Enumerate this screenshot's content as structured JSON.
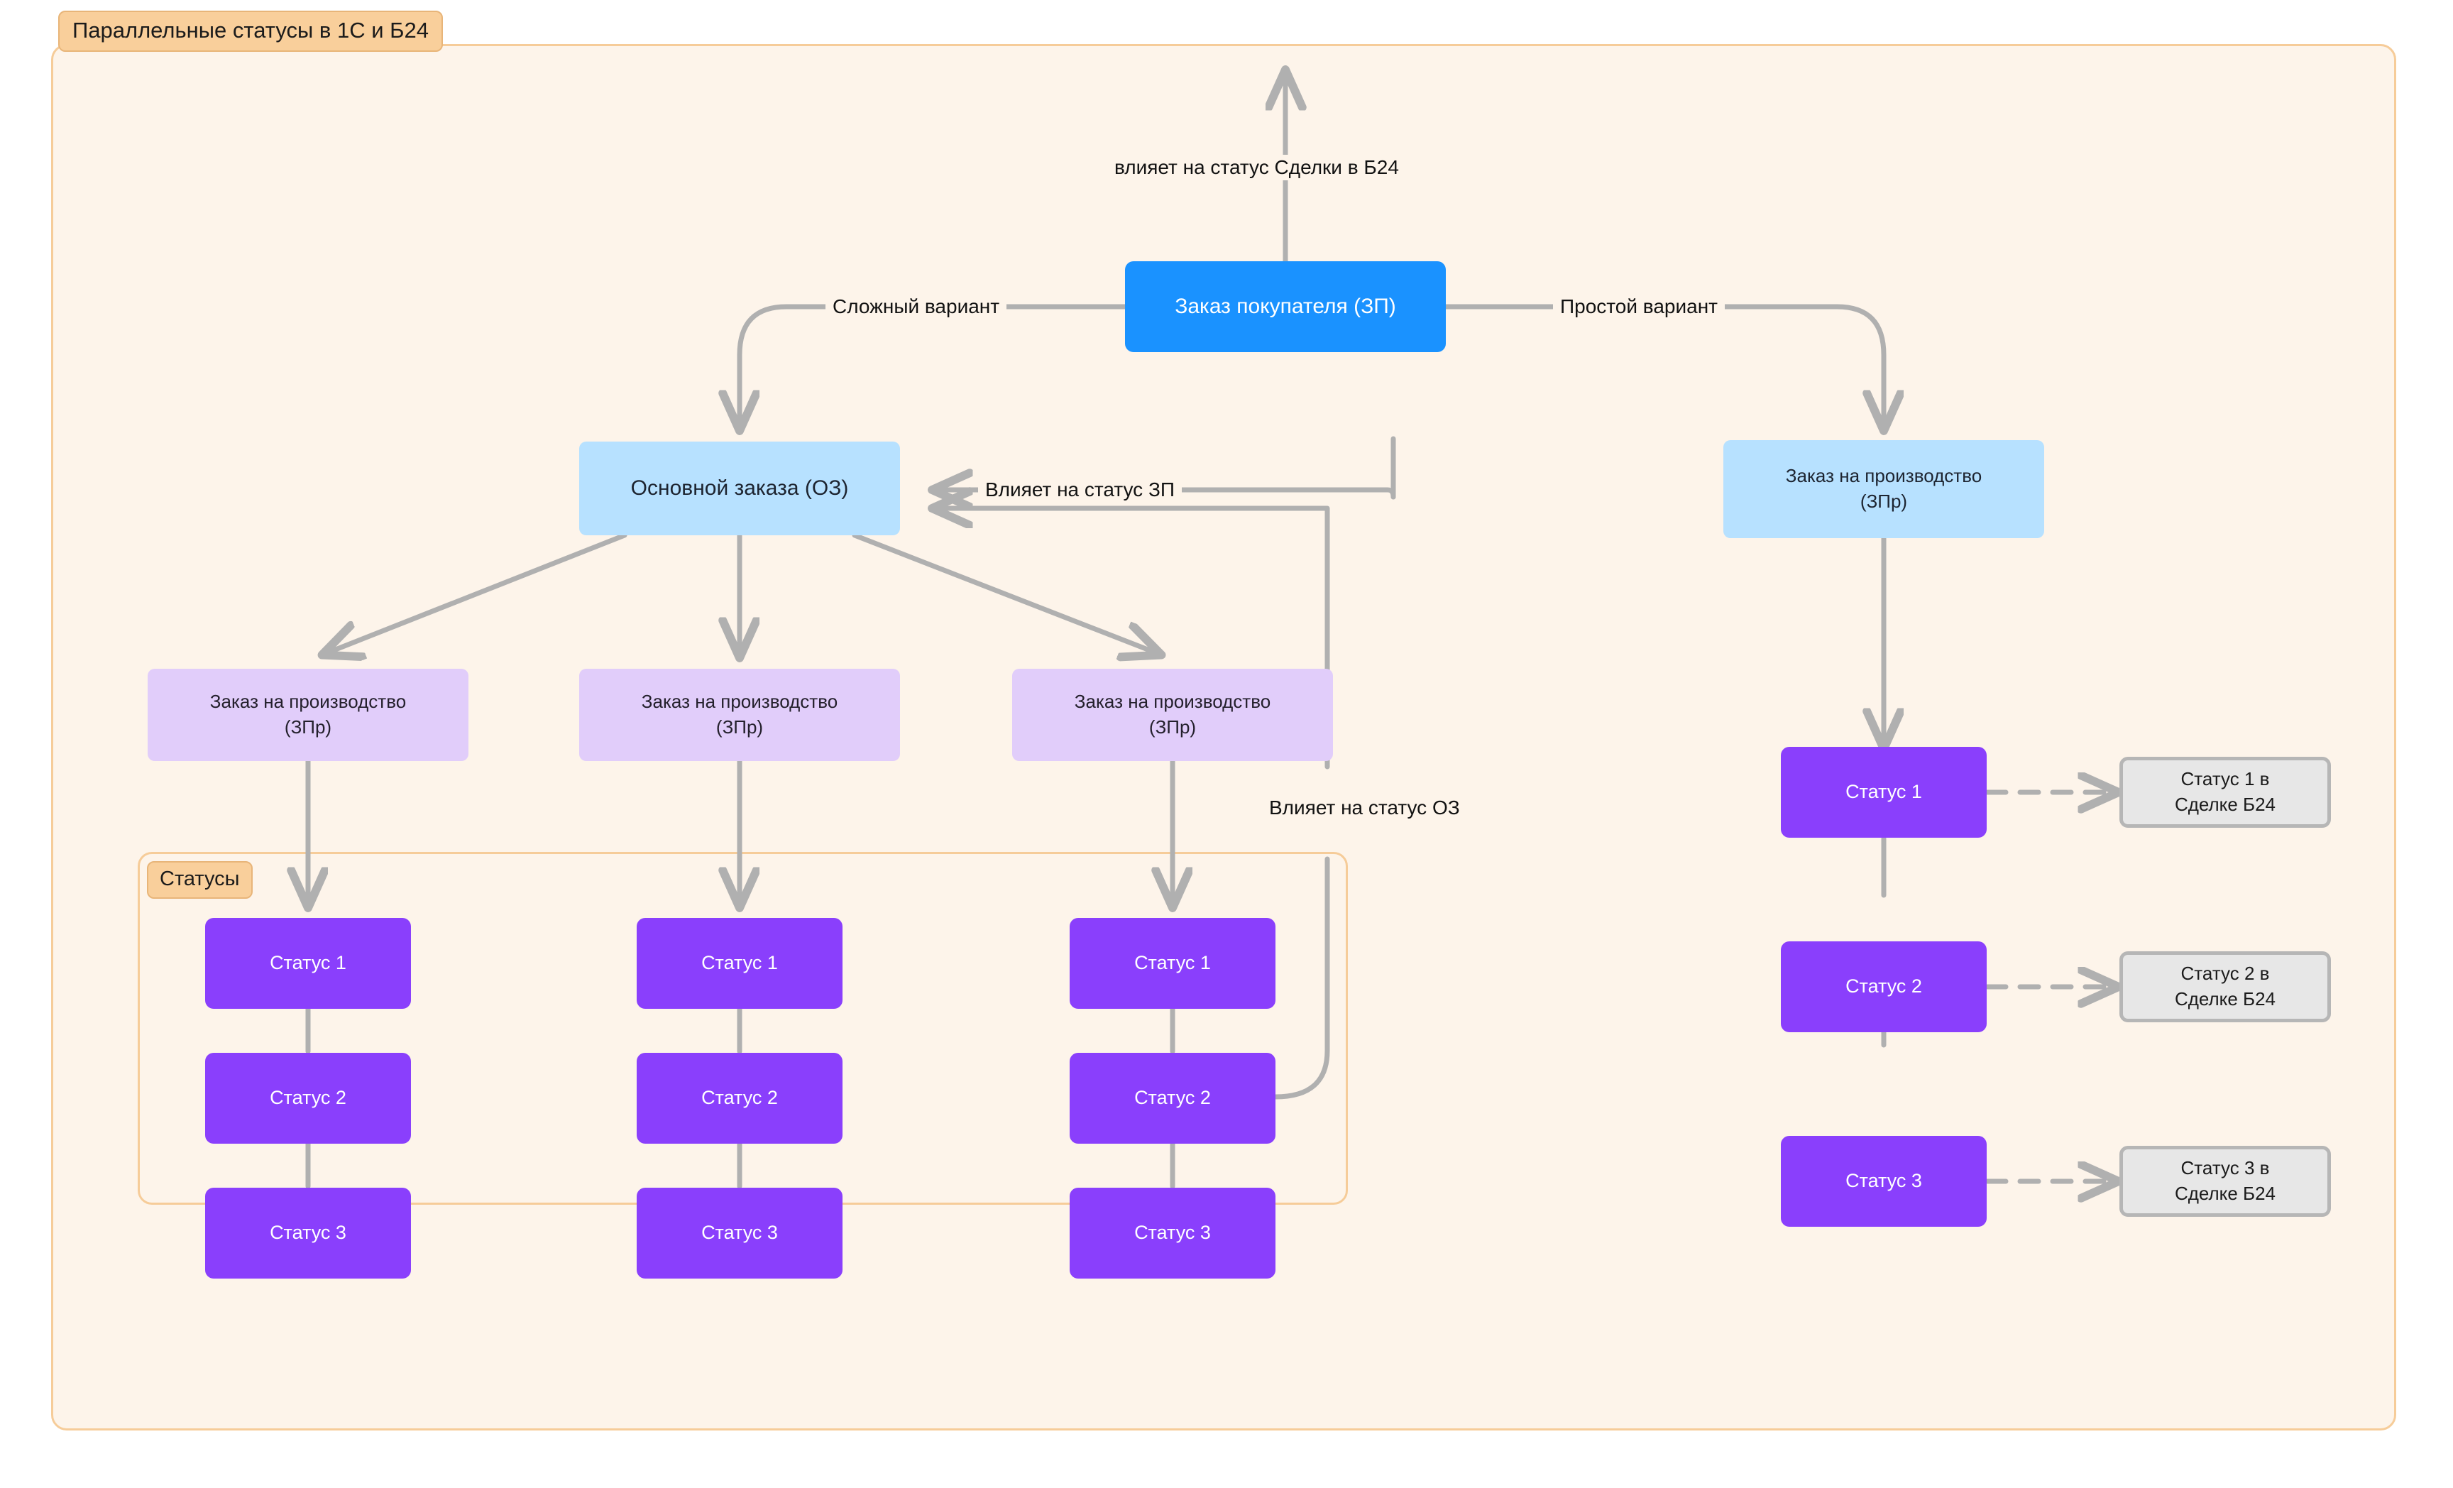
{
  "diagram": {
    "title": "Параллельные статусы в 1С и Б24",
    "group_label": "Статусы",
    "colors": {
      "canvas": "#FDF4EA",
      "frame_border": "#F6CC99",
      "group_label_bg": "#F9CF9B",
      "primary_blue": "#1A92FF",
      "light_blue": "#B7E1FF",
      "light_purple": "#E1CDFA",
      "status_purple": "#8A3FFC",
      "b24_gray": "#E7E7E7",
      "b24_gray_border": "#B6B6B6",
      "edge_gray": "#B0B0B0"
    }
  },
  "nodes": {
    "order_customer": "Заказ покупателя (ЗП)",
    "main_order": "Основной заказа (ОЗ)",
    "production_order_1": "Заказ на производство\n(ЗПр)",
    "production_order_line1": "Заказ на производство",
    "production_order_line2": "(ЗПр)",
    "production_order_simple_line1": "Заказ на производство",
    "production_order_simple_line2": "(ЗПр)"
  },
  "statuses": {
    "left_columns": [
      {
        "column": 1,
        "items": [
          "Статус 1",
          "Статус 2",
          "Статус 3"
        ]
      },
      {
        "column": 2,
        "items": [
          "Статус 1",
          "Статус 2",
          "Статус 3"
        ]
      },
      {
        "column": 3,
        "items": [
          "Статус 1",
          "Статус 2",
          "Статус 3"
        ]
      }
    ],
    "right_column": [
      "Статус 1",
      "Статус 2",
      "Статус 3"
    ],
    "b24_deal": [
      {
        "line1": "Статус 1 в",
        "line2": "Сделке Б24"
      },
      {
        "line1": "Статус 2 в",
        "line2": "Сделке Б24"
      },
      {
        "line1": "Статус 3 в",
        "line2": "Сделке Б24"
      }
    ]
  },
  "edge_labels": {
    "influences_deal_b24": "влияет на статус Сделки в Б24",
    "complex_variant": "Сложный вариант",
    "simple_variant": "Простой вариант",
    "influences_zp": "Влияет на статус ЗП",
    "influences_oz": "Влияет на статус ОЗ"
  }
}
